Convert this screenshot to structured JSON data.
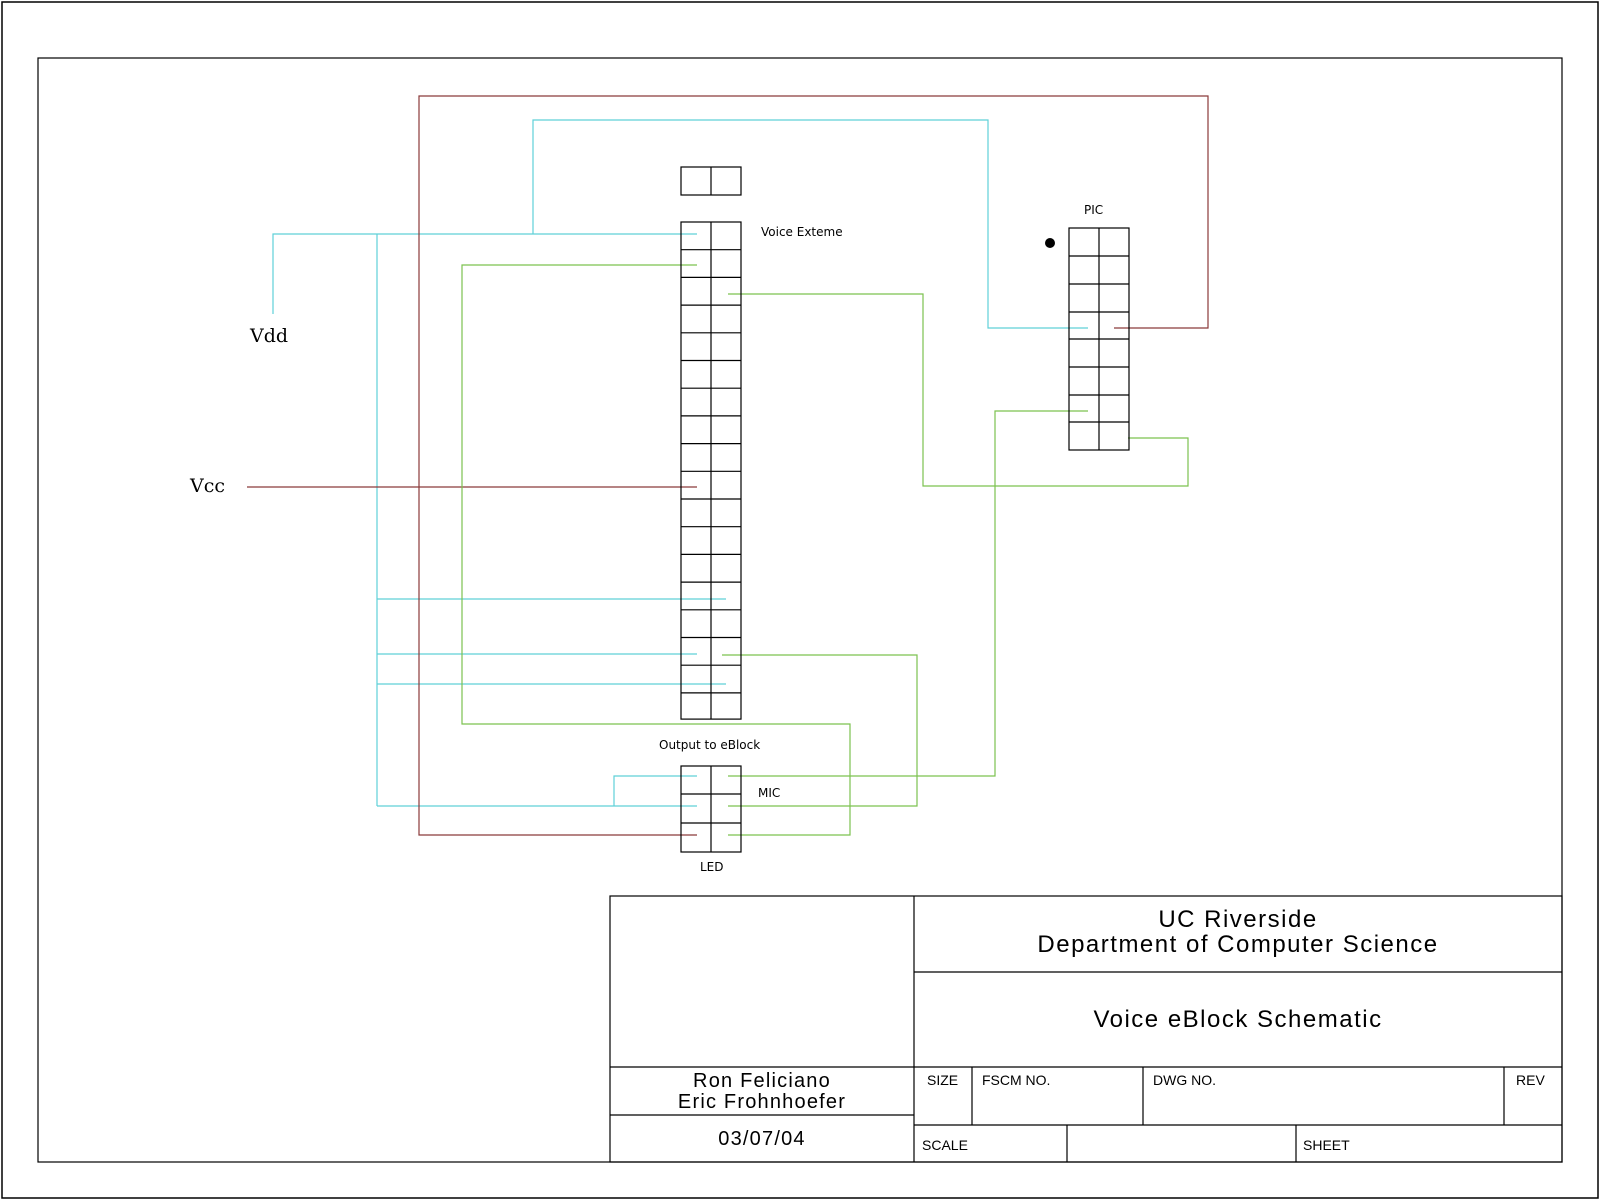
{
  "colors": {
    "cyan_wire": "#5fd0d8",
    "green_wire": "#7cc24f",
    "red_wire": "#8b3a3a",
    "outline": "#000000"
  },
  "labels": {
    "voice_ext": "Voice Exteme",
    "pic": "PIC",
    "output": "Output to eBlock",
    "mic": "MIC",
    "led": "LED",
    "vdd": "Vdd",
    "vcc": "Vcc"
  },
  "title_block": {
    "org_line1": "UC Riverside",
    "org_line2": "Department of Computer Science",
    "title": "Voice eBlock Schematic",
    "author1": "Ron Feliciano",
    "author2": "Eric Frohnhoefer",
    "date": "03/07/04",
    "size": "SIZE",
    "fscm": "FSCM NO.",
    "dwg": "DWG NO.",
    "rev": "REV",
    "scale": "SCALE",
    "sheet": "SHEET"
  }
}
